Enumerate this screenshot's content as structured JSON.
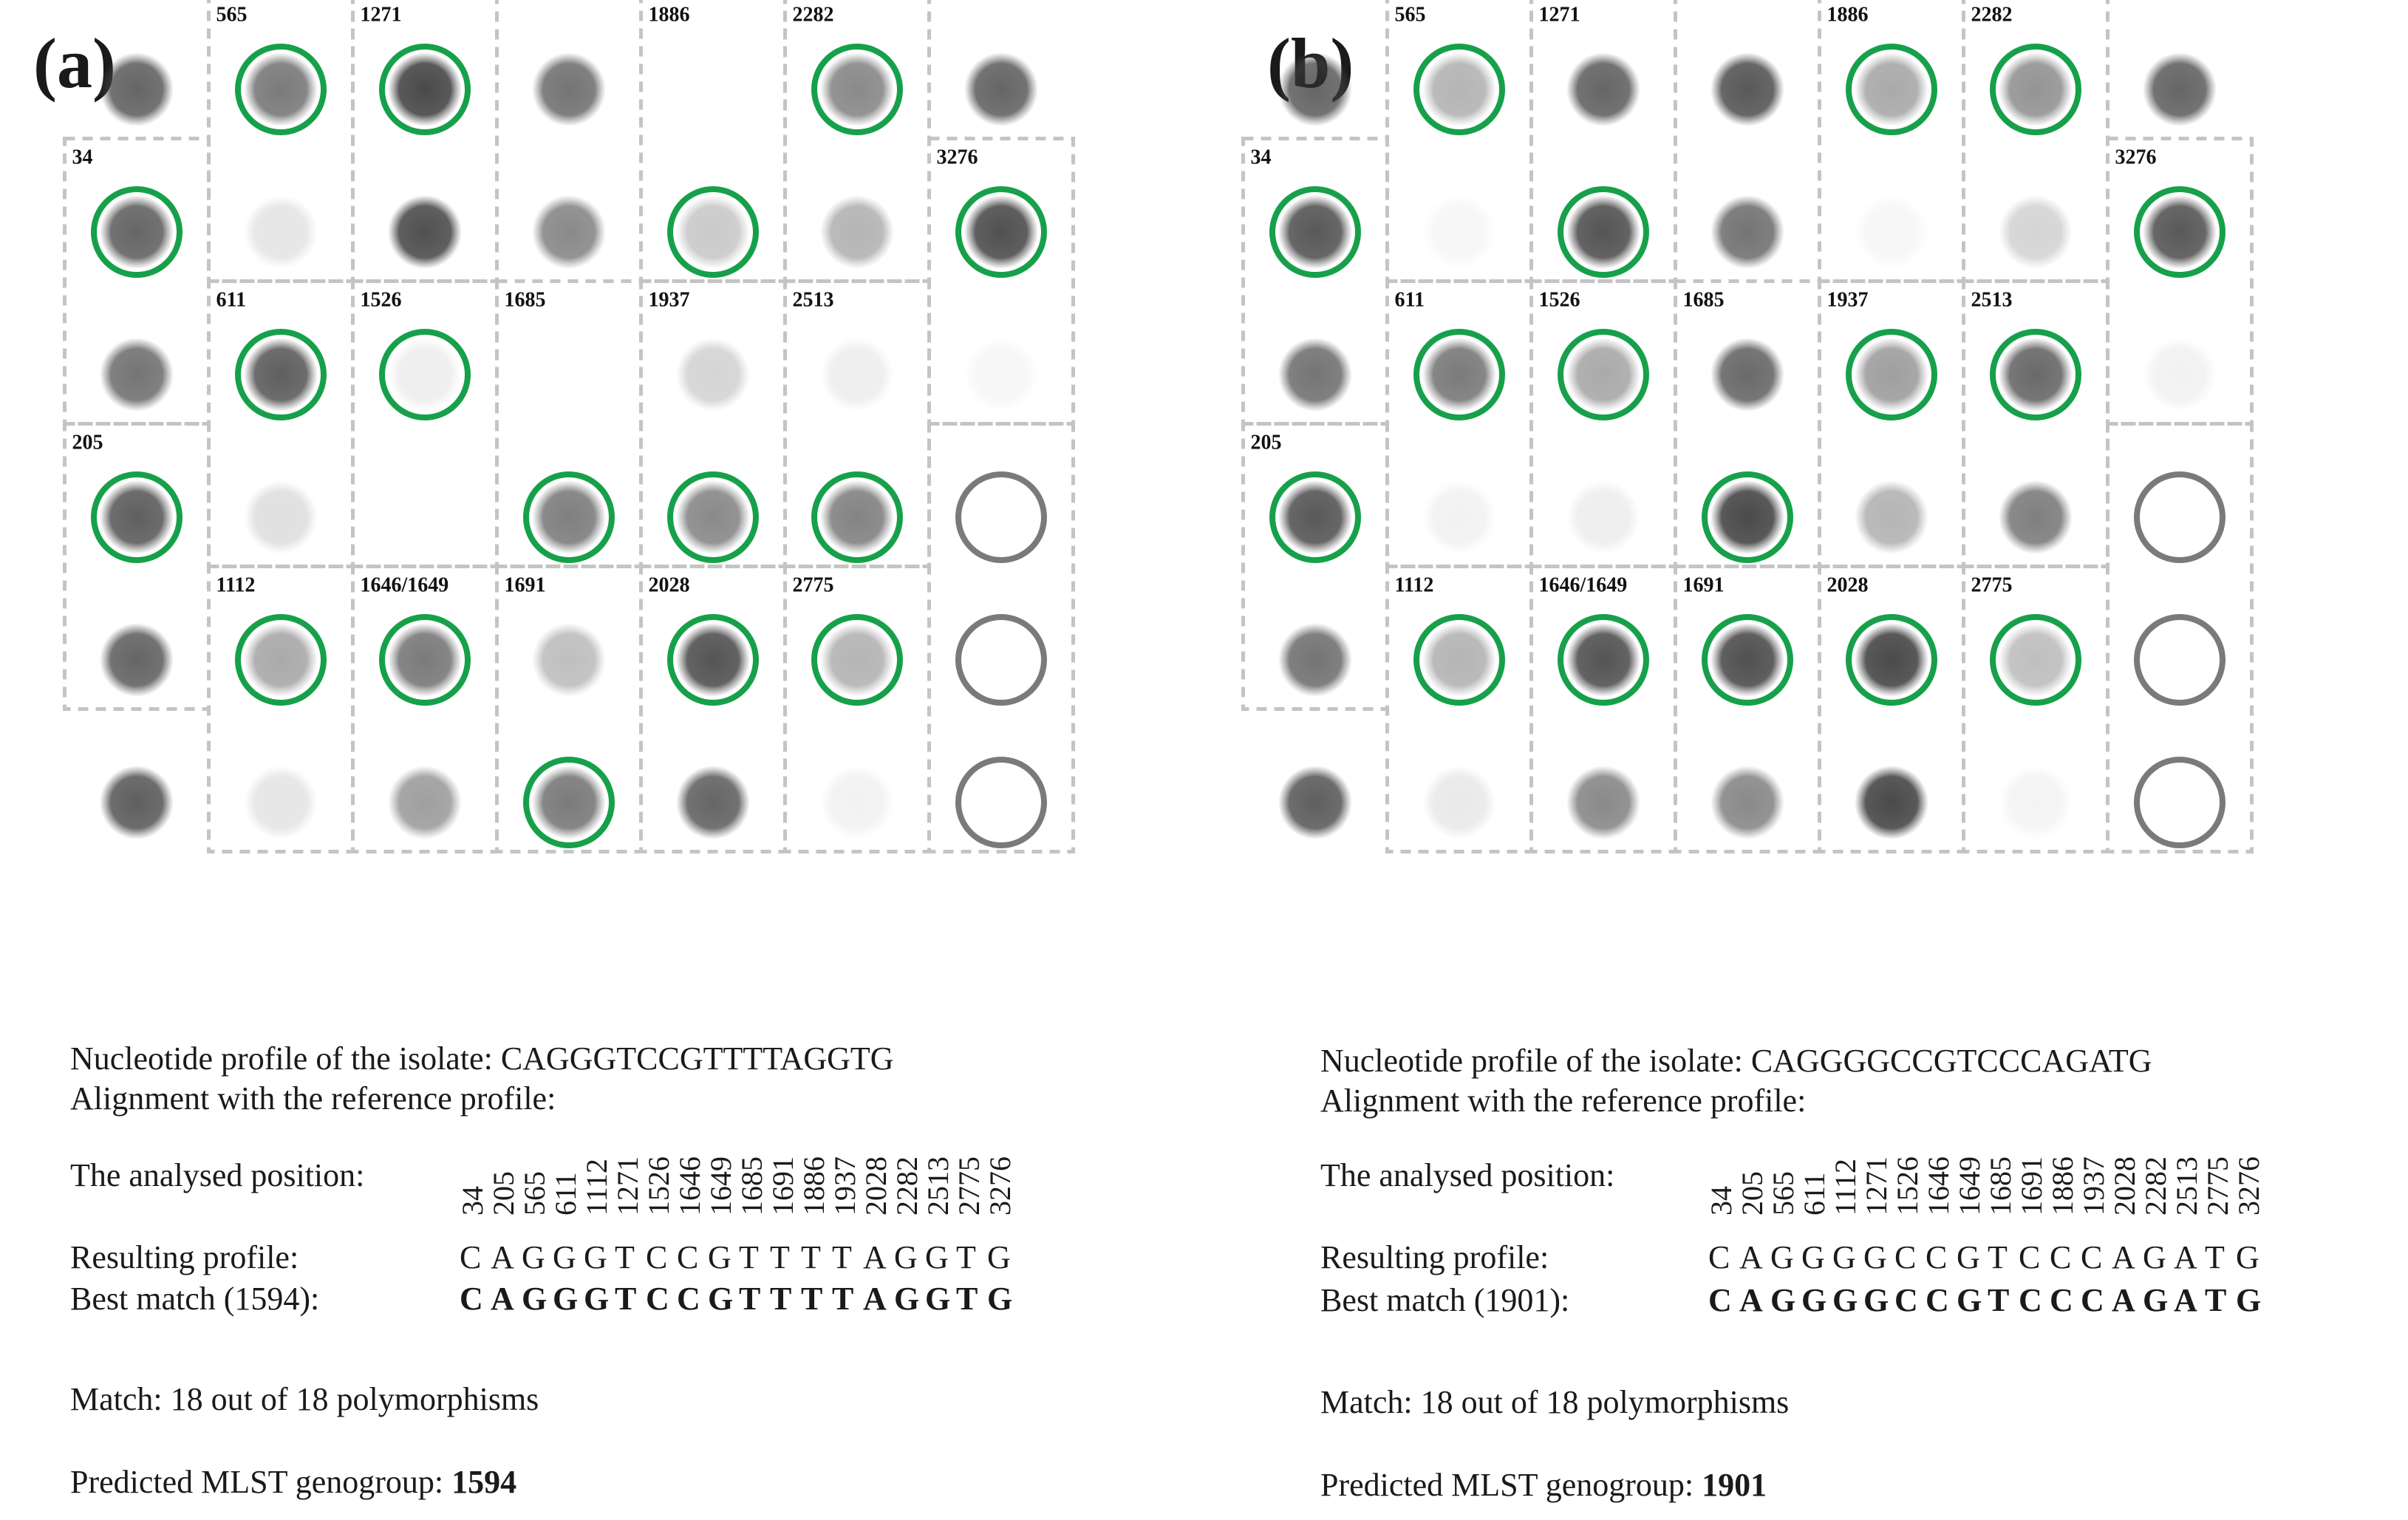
{
  "colors": {
    "hit": "#17a04a",
    "neg": "#7a7a7a",
    "dash": "#c4c4c4"
  },
  "panels": [
    {
      "label": "(a)",
      "position_labels": [
        {
          "text": "565",
          "r": 0,
          "c": 1
        },
        {
          "text": "1271",
          "r": 0,
          "c": 2
        },
        {
          "text": "1886",
          "r": 0,
          "c": 4
        },
        {
          "text": "2282",
          "r": 0,
          "c": 5
        },
        {
          "text": "34",
          "r": 1,
          "c": 0
        },
        {
          "text": "3276",
          "r": 1,
          "c": 6
        },
        {
          "text": "611",
          "r": 2,
          "c": 1
        },
        {
          "text": "1526",
          "r": 2,
          "c": 2
        },
        {
          "text": "1685",
          "r": 2,
          "c": 3
        },
        {
          "text": "1937",
          "r": 2,
          "c": 4
        },
        {
          "text": "2513",
          "r": 2,
          "c": 5
        },
        {
          "text": "205",
          "r": 3,
          "c": 0
        },
        {
          "text": "1112",
          "r": 4,
          "c": 1
        },
        {
          "text": "1646/1649",
          "r": 4,
          "c": 2
        },
        {
          "text": "1691",
          "r": 4,
          "c": 3
        },
        {
          "text": "2028",
          "r": 4,
          "c": 4
        },
        {
          "text": "2775",
          "r": 4,
          "c": 5
        }
      ],
      "spots": [
        [
          0.72,
          0.62,
          0.85,
          0.65,
          0.0,
          0.55,
          0.72
        ],
        [
          0.72,
          0.12,
          0.82,
          0.55,
          0.25,
          0.35,
          0.82
        ],
        [
          0.65,
          0.75,
          0.08,
          0.0,
          0.2,
          0.08,
          0.04
        ],
        [
          0.75,
          0.15,
          0.0,
          0.6,
          0.55,
          0.58,
          0.0
        ],
        [
          0.72,
          0.4,
          0.62,
          0.3,
          0.8,
          0.35,
          0.0
        ],
        [
          0.75,
          0.12,
          0.45,
          0.62,
          0.72,
          0.06,
          0.0
        ]
      ],
      "circles": [
        [
          0,
          1,
          1,
          0,
          0,
          1,
          0
        ],
        [
          1,
          0,
          0,
          0,
          1,
          0,
          1
        ],
        [
          0,
          1,
          1,
          0,
          0,
          0,
          0
        ],
        [
          1,
          0,
          0,
          1,
          1,
          1,
          2
        ],
        [
          0,
          1,
          1,
          0,
          1,
          1,
          2
        ],
        [
          0,
          0,
          0,
          1,
          0,
          0,
          2
        ]
      ],
      "text": {
        "profile_label": "Nucleotide profile of the isolate:",
        "profile_value": "CAGGGTCCGTTTTAGGTG",
        "alignment_label": "Alignment with the reference profile:",
        "analysed_label": "The analysed position:",
        "positions": [
          "34",
          "205",
          "565",
          "611",
          "1112",
          "1271",
          "1526",
          "1646",
          "1649",
          "1685",
          "1691",
          "1886",
          "1937",
          "2028",
          "2282",
          "2513",
          "2775",
          "3276"
        ],
        "resulting_label": "Resulting profile:",
        "resulting": [
          "C",
          "A",
          "G",
          "G",
          "G",
          "T",
          "C",
          "C",
          "G",
          "T",
          "T",
          "T",
          "T",
          "A",
          "G",
          "G",
          "T",
          "G"
        ],
        "best_label": "Best match (1594):",
        "best": [
          "C",
          "A",
          "G",
          "G",
          "G",
          "T",
          "C",
          "C",
          "G",
          "T",
          "T",
          "T",
          "T",
          "A",
          "G",
          "G",
          "T",
          "G"
        ],
        "match": "Match: 18 out of 18 polymorphisms",
        "predicted_label": "Predicted MLST genogroup:",
        "predicted_value": "1594"
      }
    },
    {
      "label": "(b)",
      "position_labels": [
        {
          "text": "565",
          "r": 0,
          "c": 1
        },
        {
          "text": "1271",
          "r": 0,
          "c": 2
        },
        {
          "text": "1886",
          "r": 0,
          "c": 4
        },
        {
          "text": "2282",
          "r": 0,
          "c": 5
        },
        {
          "text": "34",
          "r": 1,
          "c": 0
        },
        {
          "text": "3276",
          "r": 1,
          "c": 6
        },
        {
          "text": "611",
          "r": 2,
          "c": 1
        },
        {
          "text": "1526",
          "r": 2,
          "c": 2
        },
        {
          "text": "1685",
          "r": 2,
          "c": 3
        },
        {
          "text": "1937",
          "r": 2,
          "c": 4
        },
        {
          "text": "2513",
          "r": 2,
          "c": 5
        },
        {
          "text": "205",
          "r": 3,
          "c": 0
        },
        {
          "text": "1112",
          "r": 4,
          "c": 1
        },
        {
          "text": "1646/1649",
          "r": 4,
          "c": 2
        },
        {
          "text": "1691",
          "r": 4,
          "c": 3
        },
        {
          "text": "2028",
          "r": 4,
          "c": 4
        },
        {
          "text": "2775",
          "r": 4,
          "c": 5
        }
      ],
      "spots": [
        [
          0.72,
          0.35,
          0.72,
          0.78,
          0.4,
          0.5,
          0.72
        ],
        [
          0.78,
          0.04,
          0.8,
          0.65,
          0.04,
          0.2,
          0.78
        ],
        [
          0.65,
          0.62,
          0.4,
          0.7,
          0.45,
          0.7,
          0.06
        ],
        [
          0.78,
          0.06,
          0.08,
          0.85,
          0.35,
          0.6,
          0.0
        ],
        [
          0.65,
          0.35,
          0.8,
          0.82,
          0.85,
          0.3,
          0.0
        ],
        [
          0.75,
          0.1,
          0.55,
          0.55,
          0.85,
          0.05,
          0.0
        ]
      ],
      "circles": [
        [
          0,
          1,
          0,
          0,
          1,
          1,
          0
        ],
        [
          1,
          0,
          1,
          0,
          0,
          0,
          1
        ],
        [
          0,
          1,
          1,
          0,
          1,
          1,
          0
        ],
        [
          1,
          0,
          0,
          1,
          0,
          0,
          2
        ],
        [
          0,
          1,
          1,
          1,
          1,
          1,
          2
        ],
        [
          0,
          0,
          0,
          0,
          0,
          0,
          2
        ]
      ],
      "text": {
        "profile_label": "Nucleotide profile of the isolate:",
        "profile_value": "CAGGGGCCGTCCCAGATG",
        "alignment_label": "Alignment with the reference profile:",
        "analysed_label": "The analysed position:",
        "positions": [
          "34",
          "205",
          "565",
          "611",
          "1112",
          "1271",
          "1526",
          "1646",
          "1649",
          "1685",
          "1691",
          "1886",
          "1937",
          "2028",
          "2282",
          "2513",
          "2775",
          "3276"
        ],
        "resulting_label": "Resulting profile:",
        "resulting": [
          "C",
          "A",
          "G",
          "G",
          "G",
          "G",
          "C",
          "C",
          "G",
          "T",
          "C",
          "C",
          "C",
          "A",
          "G",
          "A",
          "T",
          "G"
        ],
        "best_label": "Best match (1901):",
        "best": [
          "C",
          "A",
          "G",
          "G",
          "G",
          "G",
          "C",
          "C",
          "G",
          "T",
          "C",
          "C",
          "C",
          "A",
          "G",
          "A",
          "T",
          "G"
        ],
        "match": "Match: 18 out of 18 polymorphisms",
        "predicted_label": "Predicted MLST genogroup:",
        "predicted_value": "1901"
      }
    }
  ]
}
